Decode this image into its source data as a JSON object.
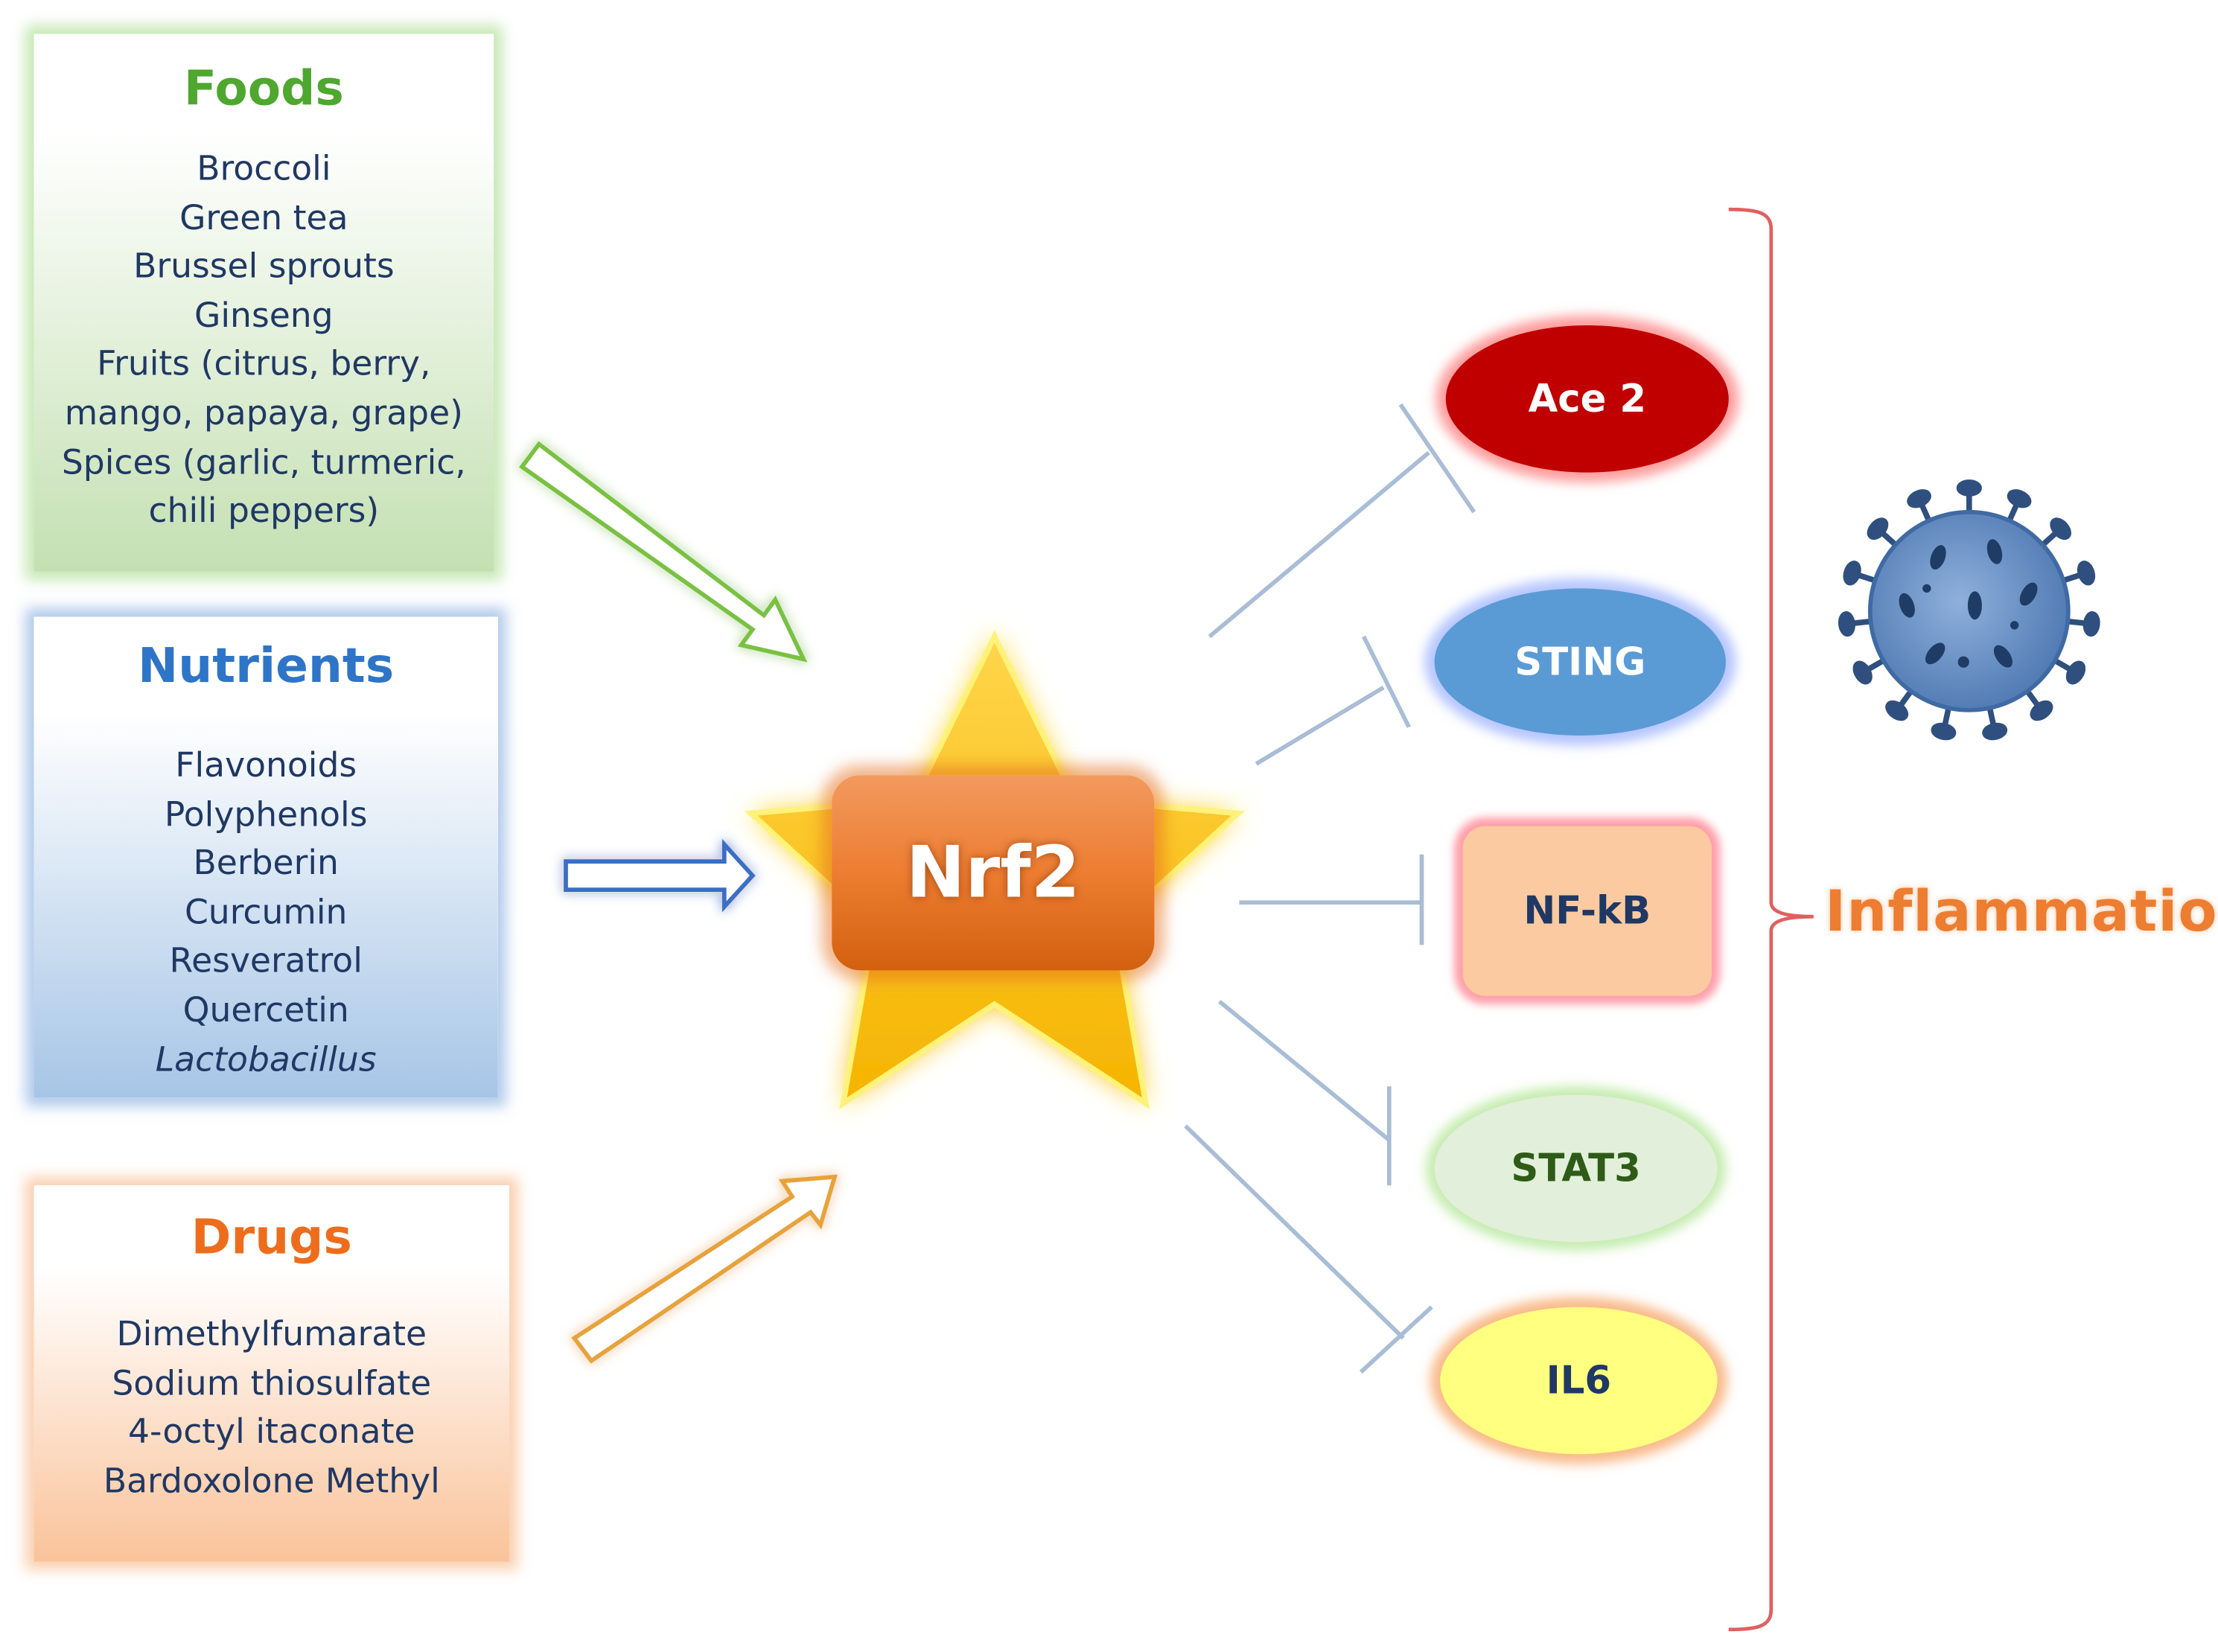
{
  "sources": {
    "foods": {
      "title": "Foods",
      "items": [
        "Broccoli",
        "Green tea",
        "Brussel sprouts",
        "Ginseng",
        "Fruits (citrus, berry,",
        "mango, papaya, grape)",
        "Spices (garlic, turmeric,",
        "chili peppers)"
      ]
    },
    "nutrients": {
      "title": "Nutrients",
      "items": [
        "Flavonoids",
        "Polyphenols",
        "Berberin",
        "Curcumin",
        "Resveratrol",
        "Quercetin",
        "Lactobacillus"
      ]
    },
    "drugs": {
      "title": "Drugs",
      "items": [
        "Dimethylfumarate",
        "Sodium thiosulfate",
        "4-octyl itaconate",
        "Bardoxolone Methyl"
      ]
    }
  },
  "center": {
    "label": "Nrf2"
  },
  "targets": {
    "ace2": "Ace 2",
    "sting": "STING",
    "nfkb": "NF-kB",
    "stat3": "STAT3",
    "il6": "IL6"
  },
  "outcome": {
    "label": "Inflammation"
  },
  "colors": {
    "foods": "#4ea72e",
    "nutrients": "#2e75c8",
    "drugs": "#ed6d1d",
    "star": "#ffc000",
    "nrf2": "#ed7d31",
    "inhibition_line": "#a9bdd6",
    "bracket": "#e06060",
    "virus": "#4a6fa5"
  },
  "icons": [
    "virus-icon"
  ]
}
